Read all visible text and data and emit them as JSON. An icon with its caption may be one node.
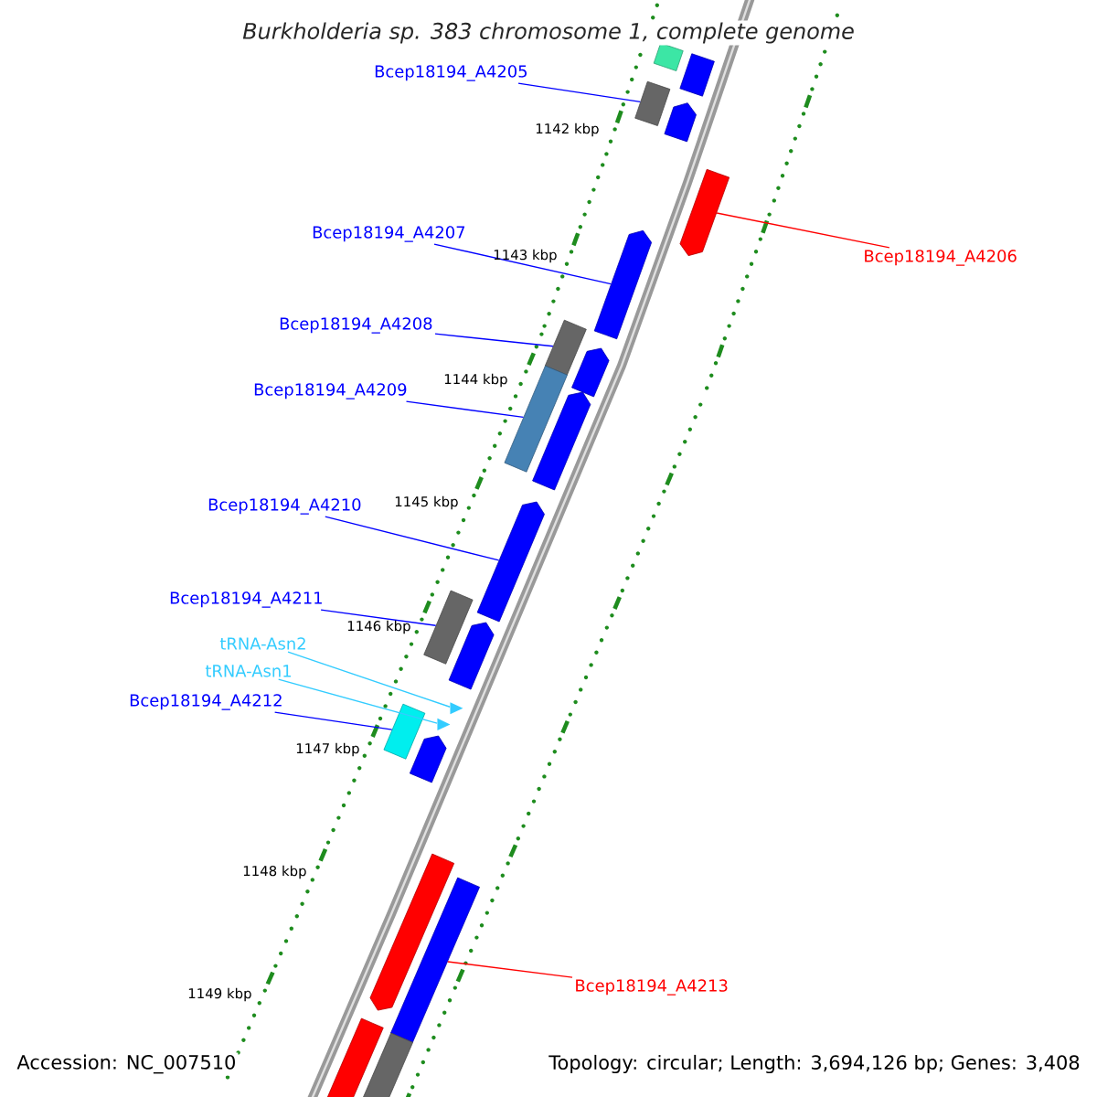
{
  "diagram": {
    "title": "Burkholderia sp. 383 chromosome 1, complete genome",
    "nodes": [
      {
        "text": [
          "Bcep18194_A4205"
        ]
      },
      {
        "text": [],
        "shape": "bar"
      },
      {
        "text": [
          "Bcep18194_A4206"
        ]
      },
      {
        "text": [],
        "shape": "bar"
      },
      {
        "text": [
          "Bcep18194_A4207"
        ]
      },
      {
        "text": [],
        "shape": "bar"
      },
      {
        "text": [
          "Bcep18194_A4208"
        ]
      },
      {
        "text": [],
        "shape": "bar"
      },
      {
        "text": [
          "Bcep18194_A4209"
        ]
      },
      {
        "text": [],
        "shape": "bar"
      },
      {
        "text": [
          "Bcep18194_A4210"
        ]
      },
      {
        "text": [],
        "shape": "bar"
      },
      {
        "text": [
          "Bcep18194_A4211"
        ]
      },
      {
        "text": [],
        "shape": "bar"
      },
      {
        "text": [
          "tRNA-Asn2"
        ]
      },
      {
        "text": [],
        "shape": "triangle"
      },
      {
        "text": [
          "tRNA-Asn1"
        ]
      },
      {
        "text": [],
        "shape": "triangle"
      },
      {
        "text": [
          "Bcep18194_A4212"
        ]
      },
      {
        "text": [],
        "shape": "bar"
      },
      {
        "text": [
          "Bcep18194_A4213"
        ]
      },
      {
        "text": [],
        "shape": "bar"
      },
      {
        "text": [],
        "shape": "bar"
      },
      {
        "text": [],
        "shape": "bar"
      },
      {
        "text": [],
        "shape": "bar"
      },
      {
        "text": [],
        "shape": "bar"
      },
      {
        "text": [],
        "shape": "bar"
      },
      {
        "text": [],
        "shape": "bar"
      },
      {
        "text": [],
        "shape": "bar"
      },
      {
        "text": [],
        "shape": "bar"
      },
      {
        "text": [],
        "shape": "bar"
      },
      {
        "text": [],
        "shape": "bar"
      }
    ],
    "edges": [
      {
        "from": 0,
        "to": 1,
        "arrow": "none"
      },
      {
        "from": 2,
        "to": 3,
        "arrow": "none",
        "color": "#ff0000"
      },
      {
        "from": 4,
        "to": 5,
        "arrow": "none"
      },
      {
        "from": 6,
        "to": 7,
        "arrow": "none"
      },
      {
        "from": 8,
        "to": 9,
        "arrow": "none"
      },
      {
        "from": 10,
        "to": 11,
        "arrow": "none"
      },
      {
        "from": 12,
        "to": 13,
        "arrow": "none"
      },
      {
        "from": 14,
        "to": 15,
        "arrow": "none",
        "color": "#33ccff"
      },
      {
        "from": 16,
        "to": 17,
        "arrow": "none",
        "color": "#33ccff"
      },
      {
        "from": 18,
        "to": 19,
        "arrow": "none"
      },
      {
        "from": 20,
        "to": 21,
        "arrow": "none",
        "color": "#ff0000"
      }
    ],
    "labels": [
      "1142 kbp",
      "1143 kbp",
      "1144 kbp",
      "1145 kbp",
      "1146 kbp",
      "1147 kbp",
      "1148 kbp",
      "1149 kbp",
      "Accession: NC_007510",
      "Topology: circular; Length: 3,694,126 bp; Genes: 3,408"
    ]
  }
}
